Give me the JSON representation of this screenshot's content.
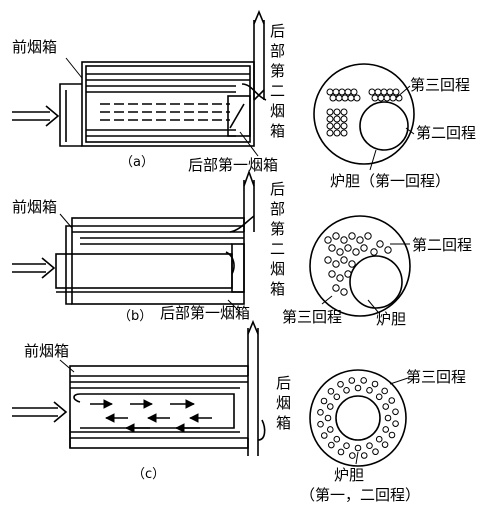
{
  "panels": [
    {
      "id": "a",
      "caption": "（a）",
      "front_box": "前烟箱",
      "rear_box_2_chars": [
        "后",
        "部",
        "第",
        "二",
        "烟",
        "箱"
      ],
      "rear_box_1": "后部第一烟箱",
      "cross_pass3": "第三回程",
      "cross_pass2": "第二回程",
      "cross_furnace": "炉胆（第一回程）"
    },
    {
      "id": "b",
      "caption": "（b）",
      "front_box": "前烟箱",
      "rear_box_2_chars": [
        "后",
        "部",
        "第",
        "二",
        "烟",
        "箱"
      ],
      "rear_box_1": "后部第一烟箱",
      "cross_pass2": "第二回程",
      "cross_pass3": "第三回程",
      "cross_furnace": "炉胆"
    },
    {
      "id": "c",
      "caption": "（c）",
      "front_box": "前烟箱",
      "rear_box_chars": [
        "后",
        "烟",
        "箱"
      ],
      "cross_pass3": "第三回程",
      "cross_furnace_line1": "炉胆",
      "cross_furnace_line2": "（第一，二回程）"
    }
  ]
}
